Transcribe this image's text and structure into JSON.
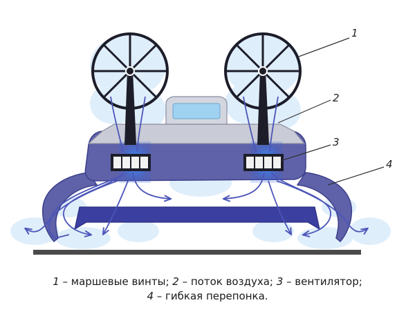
{
  "callouts": [
    {
      "num": "1",
      "target": "marching-propellers"
    },
    {
      "num": "2",
      "target": "air-flow"
    },
    {
      "num": "3",
      "target": "fan"
    },
    {
      "num": "4",
      "target": "flexible-skirt"
    }
  ],
  "caption": {
    "line1_parts": [
      {
        "num": "1",
        "text": " – маршевые винты; "
      },
      {
        "num": "2",
        "text": " – поток воздуха; "
      },
      {
        "num": "3",
        "text": " – вентилятор;"
      }
    ],
    "line2_parts": [
      {
        "num": "4",
        "text": " – гибкая перепонка."
      }
    ]
  },
  "colors": {
    "hull": "#5f62a8",
    "hull_dark": "#3c3f8a",
    "deck": "#c9cbd6",
    "cabin": "#d4d6df",
    "window": "#9fd2f0",
    "airflow": "#4b55b8",
    "mist": "#d8ecfb",
    "ground": "#4a4a4a",
    "fan_glow": "#2f7bf0"
  },
  "icons": {
    "propeller": "wheel-propeller-icon",
    "fan": "fan-grille-icon",
    "arrow": "airflow-arrow-icon"
  }
}
